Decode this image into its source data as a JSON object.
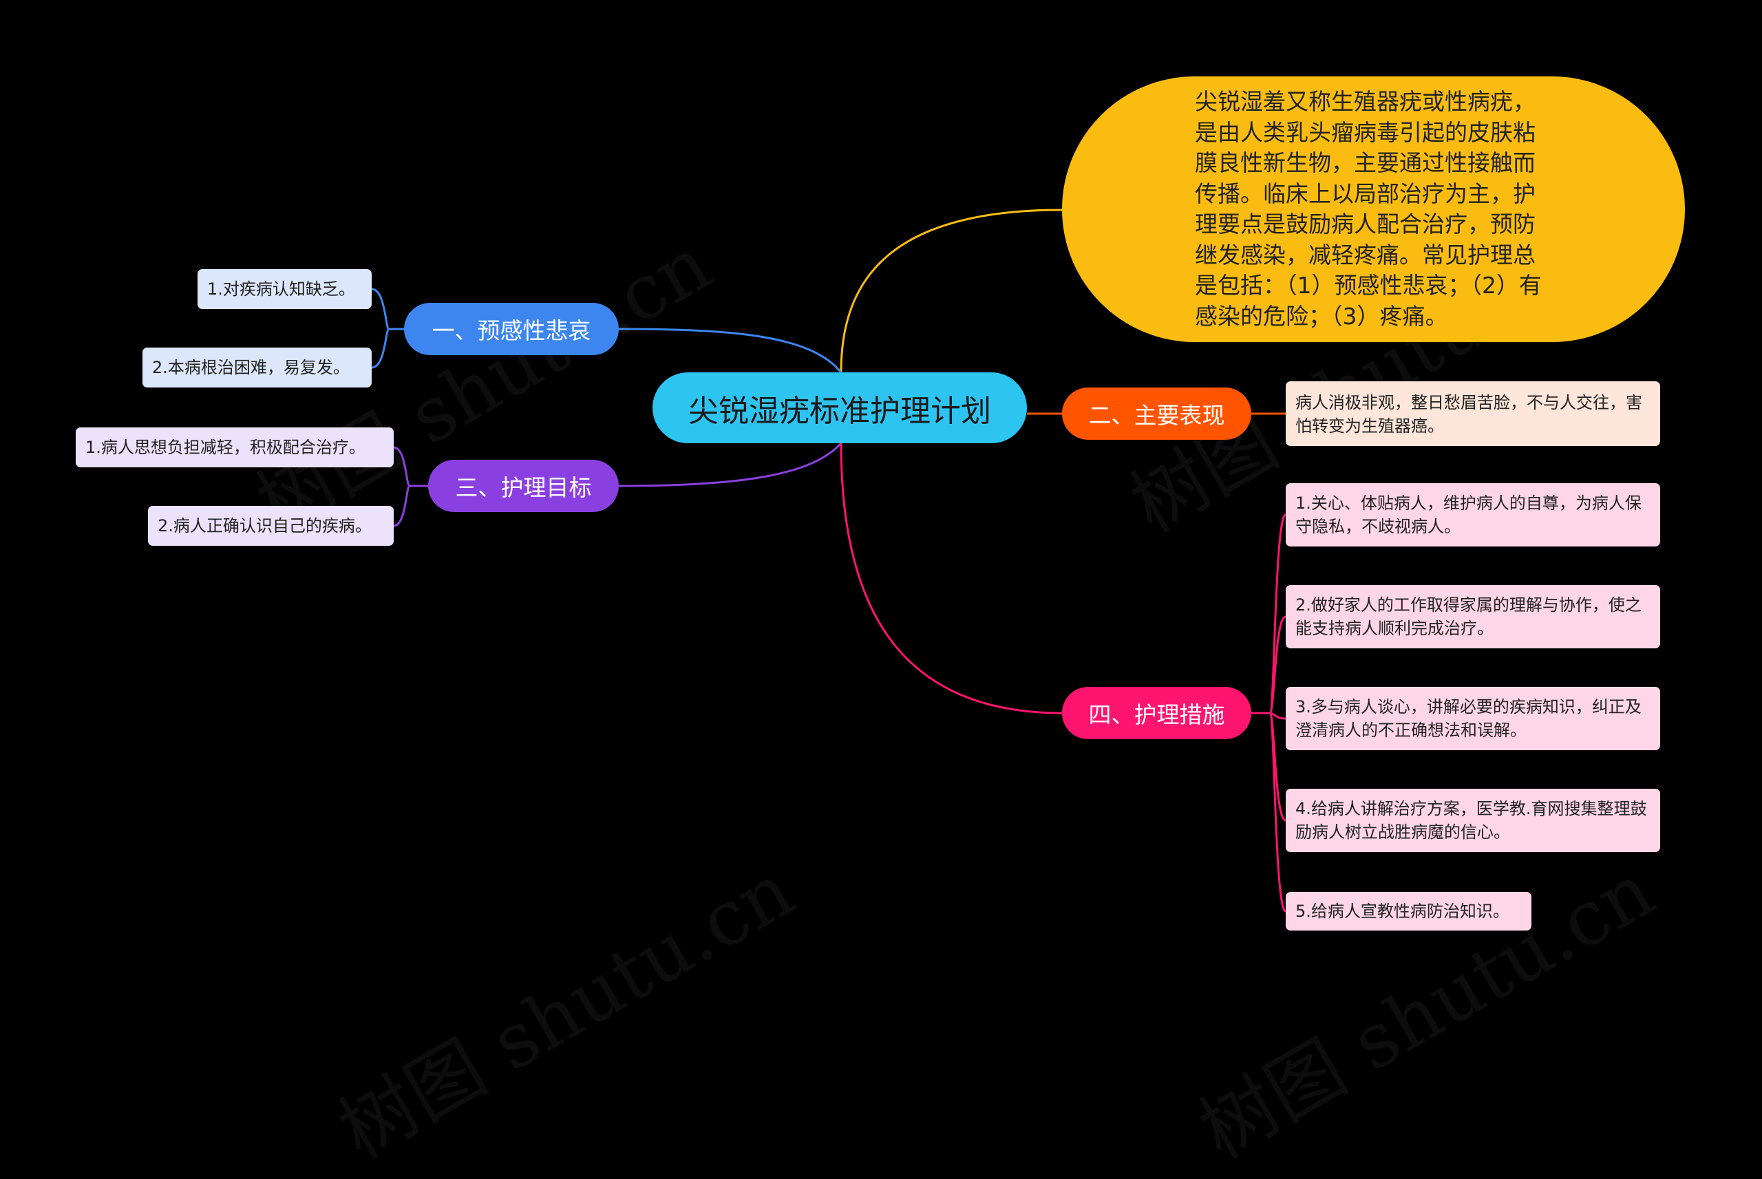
{
  "central": {
    "label": "尖锐湿疣标准护理计划"
  },
  "summary": {
    "text": "尖锐湿羞又称生殖器疣或性病疣，是由人类乳头瘤病毒引起的皮肤粘膜良性新生物，主要通过性接触而传播。临床上以局部治疗为主，护理要点是鼓励病人配合治疗，预防继发感染，减轻疼痛。常见护理总是包括：（1）预感性悲哀；（2）有感染的危险；（3）疼痛。"
  },
  "branches": [
    {
      "label": "一、预感性悲哀",
      "color": "#3d86f0",
      "items": [
        "1.对疾病认知缺乏。",
        "2.本病根治困难，易复发。"
      ]
    },
    {
      "label": "二、主要表现",
      "color": "#ff5400",
      "items": [
        "病人消极非观，整日愁眉苦脸，不与人交往，害怕转变为生殖器癌。"
      ]
    },
    {
      "label": "三、护理目标",
      "color": "#8a40e0",
      "items": [
        "1.病人思想负担减轻，积极配合治疗。",
        "2.病人正确认识自己的疾病。"
      ]
    },
    {
      "label": "四、护理措施",
      "color": "#ff1470",
      "items": [
        "1.关心、体贴病人，维护病人的自尊，为病人保守隐私，不歧视病人。",
        "2.做好家人的工作取得家属的理解与协作，使之能支持病人顺利完成治疗。",
        "3.多与病人谈心，讲解必要的疾病知识，纠正及澄清病人的不正确想法和误解。",
        "4.给病人讲解治疗方案，医学教.育网搜集整理鼓励病人树立战胜病魔的信心。",
        "5.给病人宣教性病防治知识。"
      ]
    }
  ],
  "summary_color": "#fbbc12",
  "central_color": "#2ec4f1",
  "watermark": "树图 shutu.cn"
}
